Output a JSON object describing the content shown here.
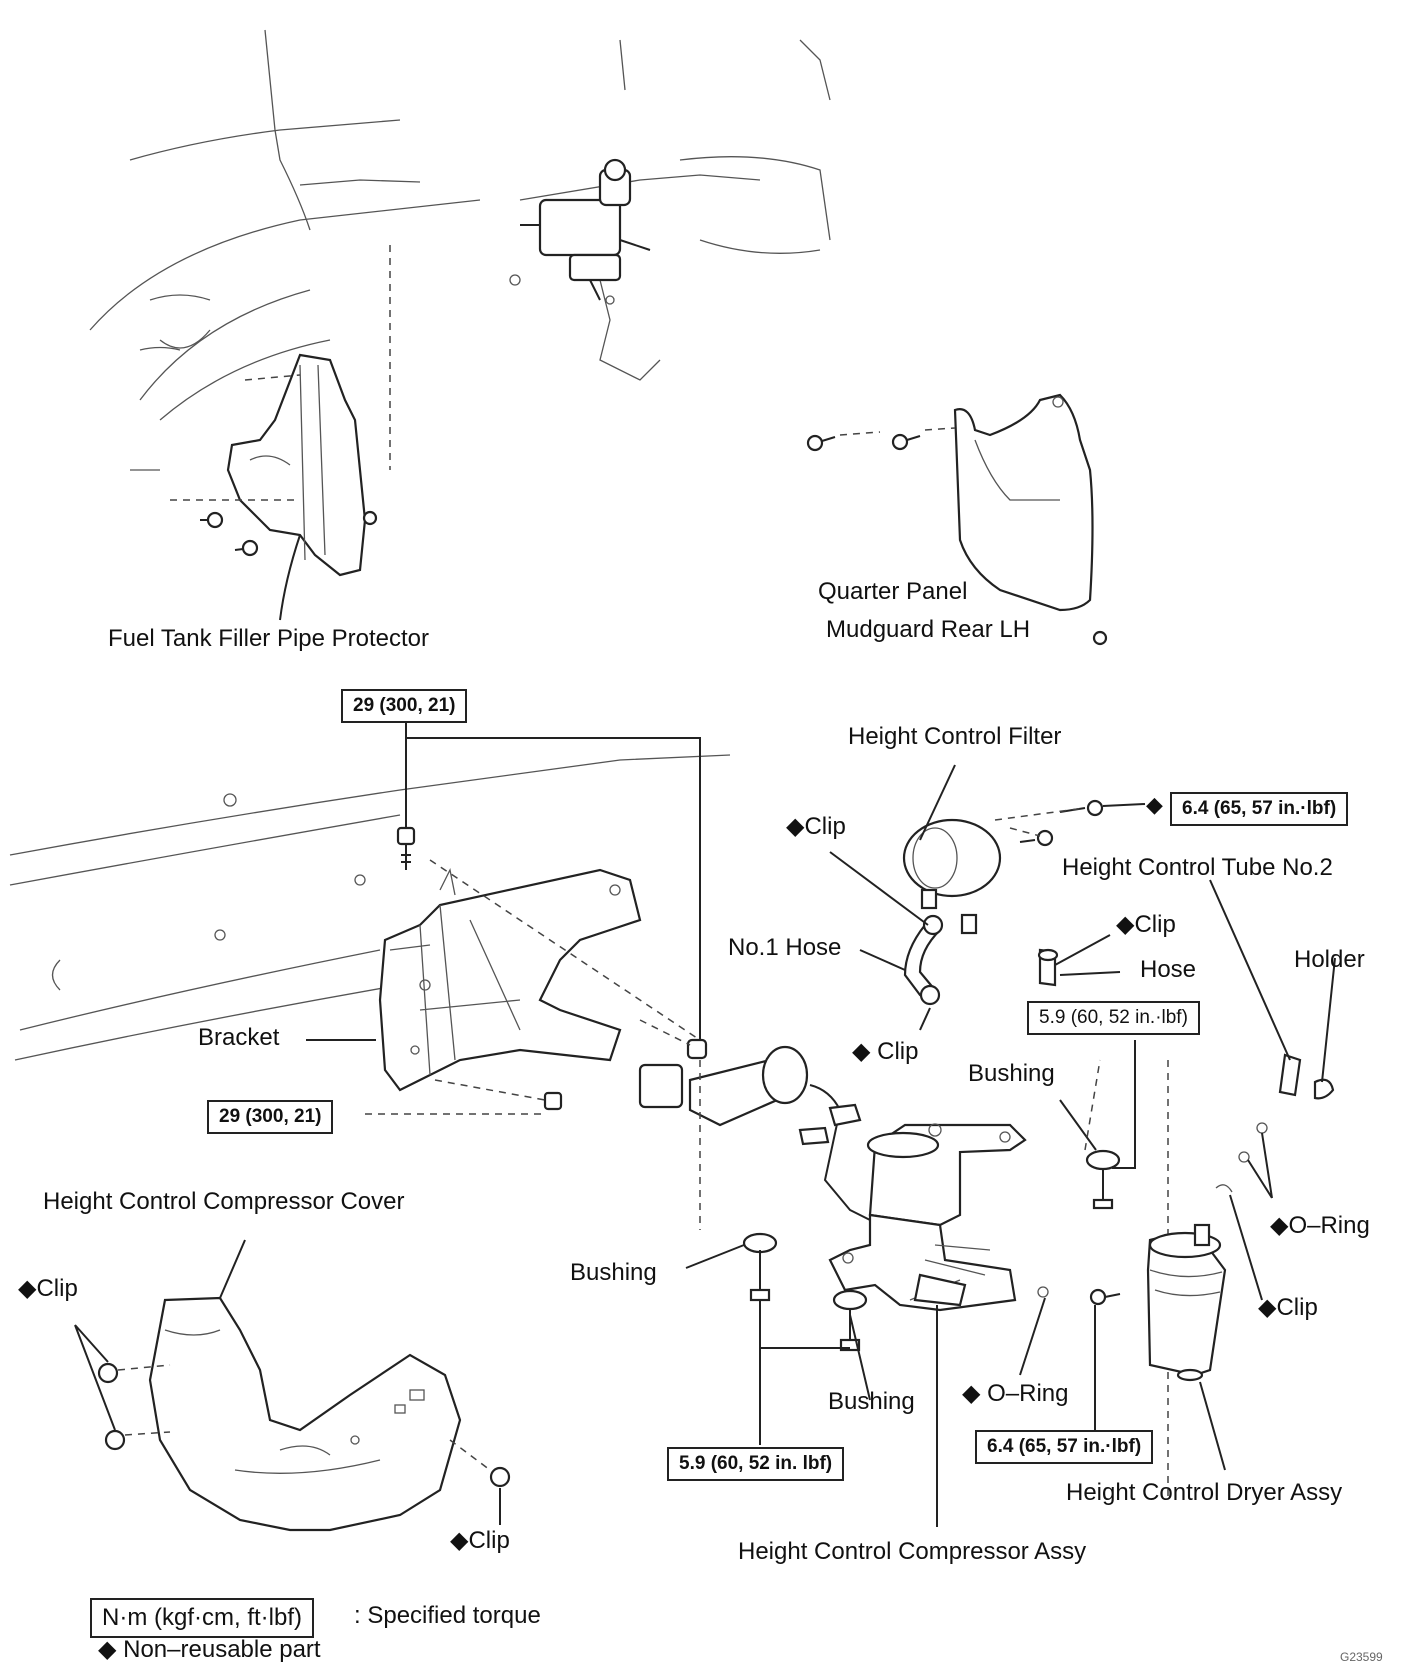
{
  "labels": {
    "fuel_protector": "Fuel Tank Filler Pipe Protector",
    "quarter_panel_1": "Quarter Panel",
    "quarter_panel_2": "Mudguard Rear LH",
    "height_filter": "Height Control Filter",
    "clip": "◆Clip",
    "clip_spaced": "◆ Clip",
    "tube_no2": "Height Control Tube No.2",
    "no1_hose": "No.1 Hose",
    "hose": "Hose",
    "holder": "Holder",
    "bracket": "Bracket",
    "bushing": "Bushing",
    "o_ring": "◆O–Ring",
    "o_ring_spaced": "◆ O–Ring",
    "compressor_cover": "Height Control Compressor Cover",
    "compressor_assy": "Height Control Compressor Assy",
    "dryer_assy": "Height Control Dryer Assy"
  },
  "torques": {
    "t29": "29 (300, 21)",
    "t6_4_top": "6.4 (65, 57 in.·lbf)",
    "t5_9_hose": "5.9 (60, 52 in.·lbf)",
    "t5_9_bottom": "5.9 (60, 52 in. lbf)",
    "t6_4_bottom": "6.4 (65, 57 in.·lbf)"
  },
  "legend": {
    "unit_box": "N·m (kgf·cm, ft·lbf)",
    "unit_desc": ": Specified torque",
    "nonreusable": "◆ Non–reusable part"
  },
  "marker": "◆",
  "figure_code": "G23599"
}
